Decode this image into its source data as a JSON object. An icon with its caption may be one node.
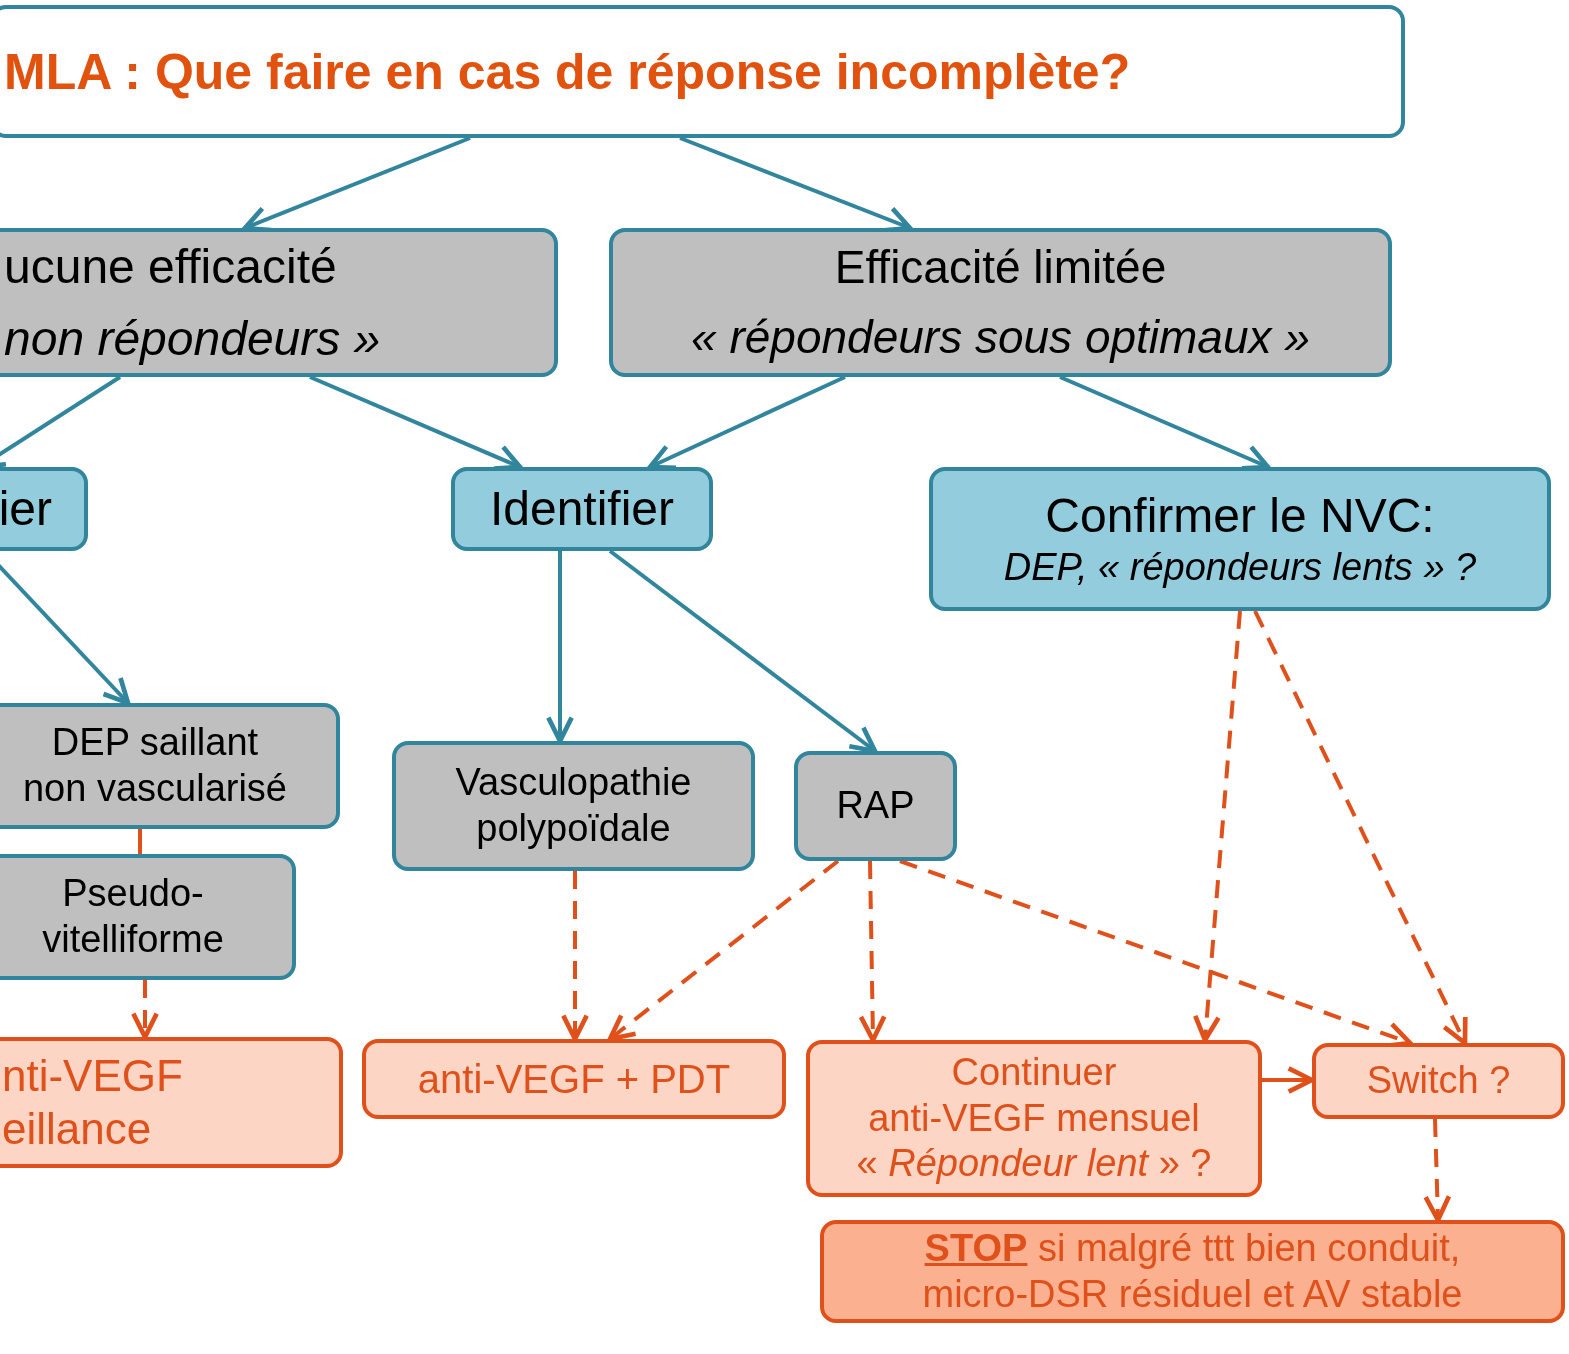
{
  "diagram": {
    "nodes": [
      {
        "text": [
          "MLA : Que faire en cas de réponse incomplète?"
        ]
      },
      {
        "text": [
          "ucune efficacité",
          "non répondeurs »"
        ]
      },
      {
        "text": [
          "Efficacité limitée",
          "« répondeurs sous optimaux »"
        ]
      },
      {
        "text": [
          "ier"
        ]
      },
      {
        "text": [
          "Identifier"
        ]
      },
      {
        "text": [
          "Confirmer le NVC:",
          "DEP, « répondeurs lents » ?"
        ]
      },
      {
        "text": [
          "DEP saillant non vascularisé"
        ]
      },
      {
        "text": [
          "Vasculopathie polypoïdale"
        ]
      },
      {
        "text": [
          "RAP"
        ]
      },
      {
        "text": [
          "Pseudo-vitelliforme"
        ]
      },
      {
        "text": [
          "nti-VEGF",
          "eillance"
        ]
      },
      {
        "text": [
          "anti-VEGF + PDT"
        ]
      },
      {
        "text": [
          "Continuer",
          "anti-VEGF mensuel",
          "« *Répondeur lent* » ?"
        ]
      },
      {
        "text": [
          "Switch ?"
        ]
      },
      {
        "text": [
          "**STOP** si malgré ttt bien conduit, micro-DSR résiduel et AV stable"
        ]
      }
    ],
    "edges": [
      {
        "from": 0,
        "to": 1,
        "arrow": "to",
        "color": "#31859c"
      },
      {
        "from": 0,
        "to": 2,
        "arrow": "to",
        "color": "#31859c"
      },
      {
        "from": 1,
        "to": 3,
        "arrow": "to",
        "color": "#31859c"
      },
      {
        "from": 1,
        "to": 4,
        "arrow": "to",
        "color": "#31859c"
      },
      {
        "from": 2,
        "to": 4,
        "arrow": "to",
        "color": "#31859c"
      },
      {
        "from": 2,
        "to": 5,
        "arrow": "to",
        "color": "#31859c"
      },
      {
        "from": 3,
        "to": 6,
        "arrow": "to",
        "color": "#31859c"
      },
      {
        "from": 4,
        "to": 7,
        "arrow": "to",
        "color": "#31859c"
      },
      {
        "from": 4,
        "to": 8,
        "arrow": "to",
        "color": "#31859c"
      },
      {
        "from": 6,
        "to": 9,
        "arrow": "none"
      },
      {
        "from": 9,
        "to": 10,
        "arrow": "to",
        "style": "dashed"
      },
      {
        "from": 7,
        "to": 11,
        "arrow": "to",
        "style": "dashed"
      },
      {
        "from": 8,
        "to": 11,
        "arrow": "to",
        "style": "dashed"
      },
      {
        "from": 8,
        "to": 12,
        "arrow": "to",
        "style": "dashed"
      },
      {
        "from": 8,
        "to": 13,
        "arrow": "to",
        "style": "dashed"
      },
      {
        "from": 5,
        "to": 12,
        "arrow": "to",
        "style": "dashed"
      },
      {
        "from": 5,
        "to": 13,
        "arrow": "to",
        "style": "dashed"
      },
      {
        "from": 12,
        "to": 13,
        "arrow": "to"
      },
      {
        "from": 13,
        "to": 14,
        "arrow": "to",
        "style": "dashed"
      }
    ]
  }
}
